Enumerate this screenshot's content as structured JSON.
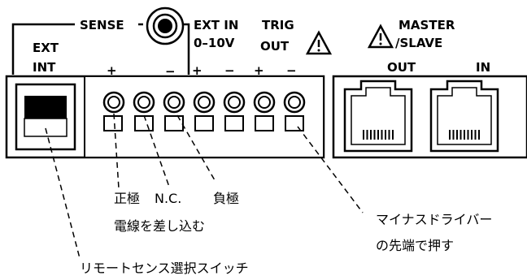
{
  "panel": {
    "sense_label": "SENSE",
    "ext_label": "EXT",
    "int_label": "INT",
    "sense_plus": "+",
    "sense_minus": "−",
    "extin_label": "EXT IN",
    "extin_range": "0–10V",
    "extin_plus": "+",
    "extin_minus": "−",
    "trig_label": "TRIG",
    "trig_out": "OUT",
    "trig_plus": "+",
    "trig_minus": "−",
    "master_label": "MASTER",
    "slave_label": "/SLAVE",
    "rj_out": "OUT",
    "rj_in": "IN"
  },
  "callouts": {
    "positive": "正極",
    "nc": "N.C.",
    "negative": "負極",
    "insert_wire": "電線を差し込む",
    "driver_line1": "マイナスドライバー",
    "driver_line2": "の先端で押す",
    "switch": "リモートセンス選択スイッチ"
  }
}
